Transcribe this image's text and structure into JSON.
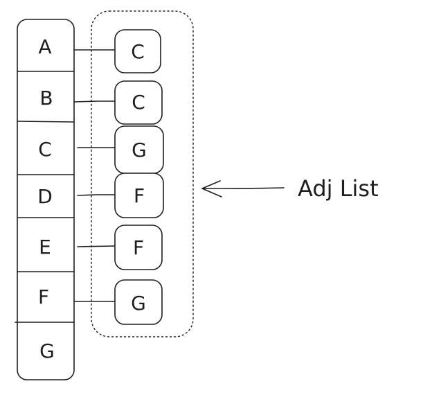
{
  "vertices": [
    "A",
    "B",
    "C",
    "D",
    "E",
    "F",
    "G"
  ],
  "adjacency": [
    "C",
    "C",
    "G",
    "F",
    "F",
    "G"
  ],
  "caption": "Adj List",
  "colors": {
    "stroke": "#1e1e1e",
    "background": "#ffffff"
  }
}
